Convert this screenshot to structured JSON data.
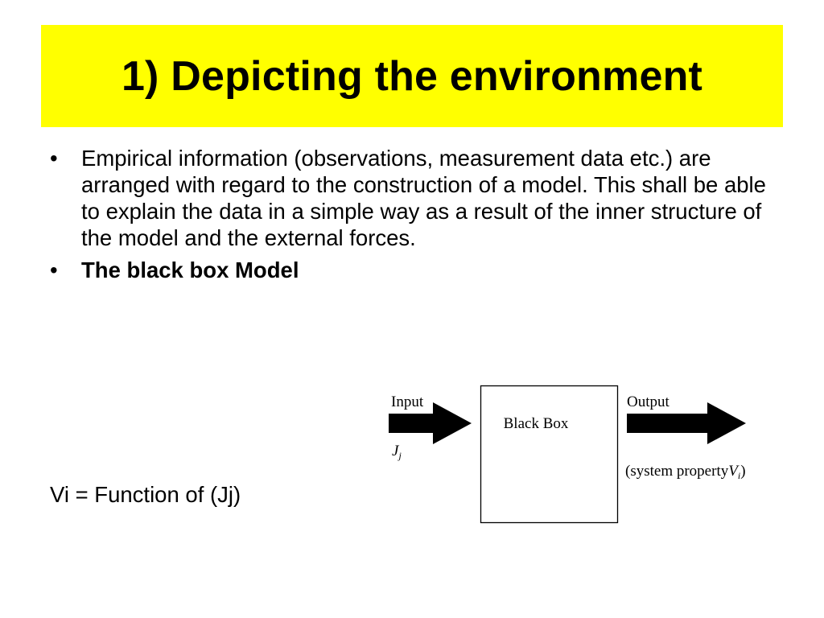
{
  "slide": {
    "title": "1) Depicting the environment",
    "bullets": [
      {
        "marker": "•",
        "text": "Empirical information (observations, measurement data etc.) are arranged with regard to the construction of a model. This shall be able to explain the data in a simple way as a result of the inner structure of the model and the external forces."
      },
      {
        "marker": "•",
        "text": "The black box Model"
      }
    ],
    "formula": "Vi = Function of (Jj)"
  },
  "diagram": {
    "input_label": "Input",
    "input_symbol": "J",
    "input_subscript": "j",
    "box_label": "Black Box",
    "output_label": "Output",
    "output_prefix": "(system property",
    "output_symbol": "V",
    "output_subscript": "i",
    "output_suffix": ")"
  },
  "colors": {
    "title_background": "#ffff00",
    "text": "#000000"
  }
}
